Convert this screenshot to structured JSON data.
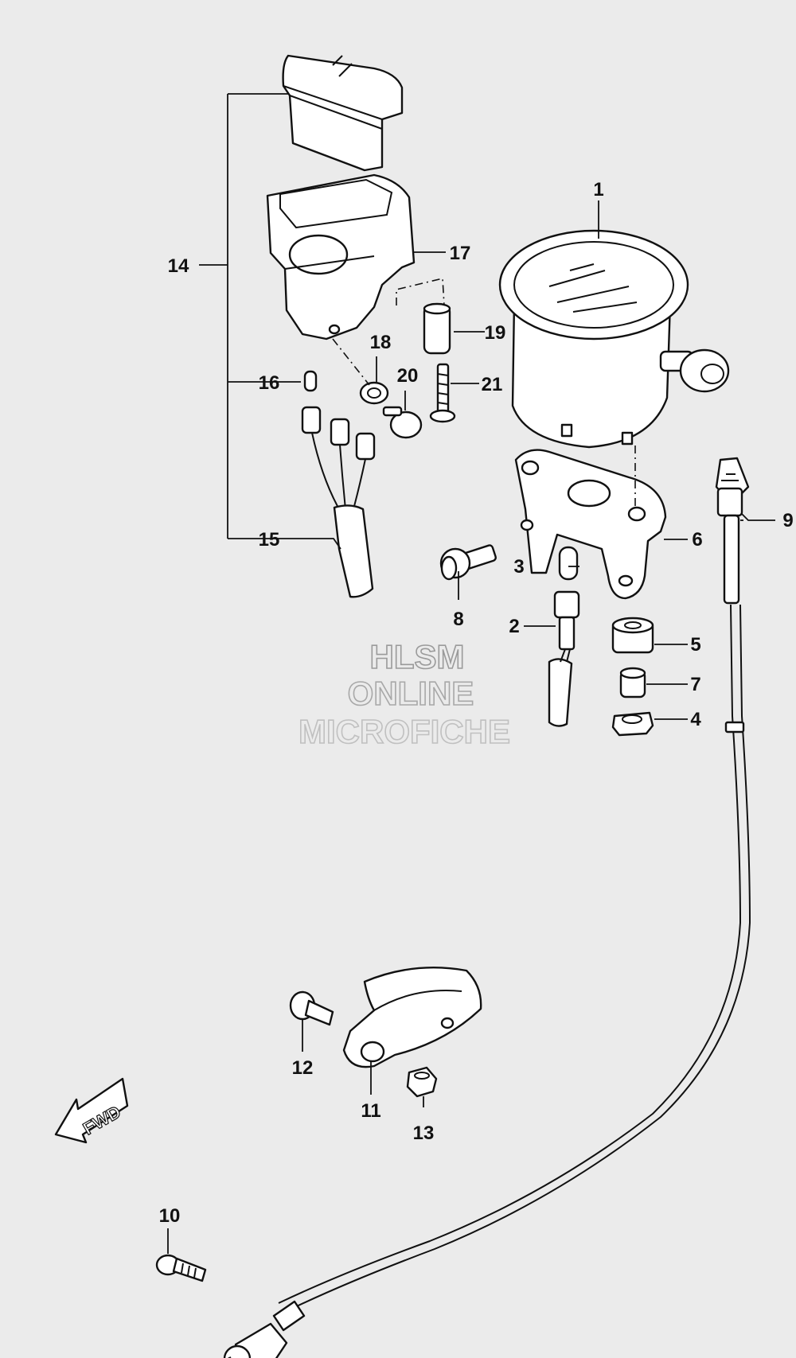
{
  "callouts": [
    "1",
    "2",
    "3",
    "4",
    "5",
    "6",
    "7",
    "8",
    "9",
    "10",
    "11",
    "12",
    "13",
    "14",
    "15",
    "16",
    "17",
    "18",
    "19",
    "20",
    "21"
  ],
  "watermark": {
    "line1": "HLSM",
    "line2": "ONLINE",
    "line3": "MICROFICHE",
    "colors": [
      "#9a9a9a",
      "#a8a8a8",
      "#c0c0c0"
    ]
  },
  "fwd_label": "FWD",
  "colors": {
    "background": "#ebebeb",
    "ink": "#111111"
  }
}
